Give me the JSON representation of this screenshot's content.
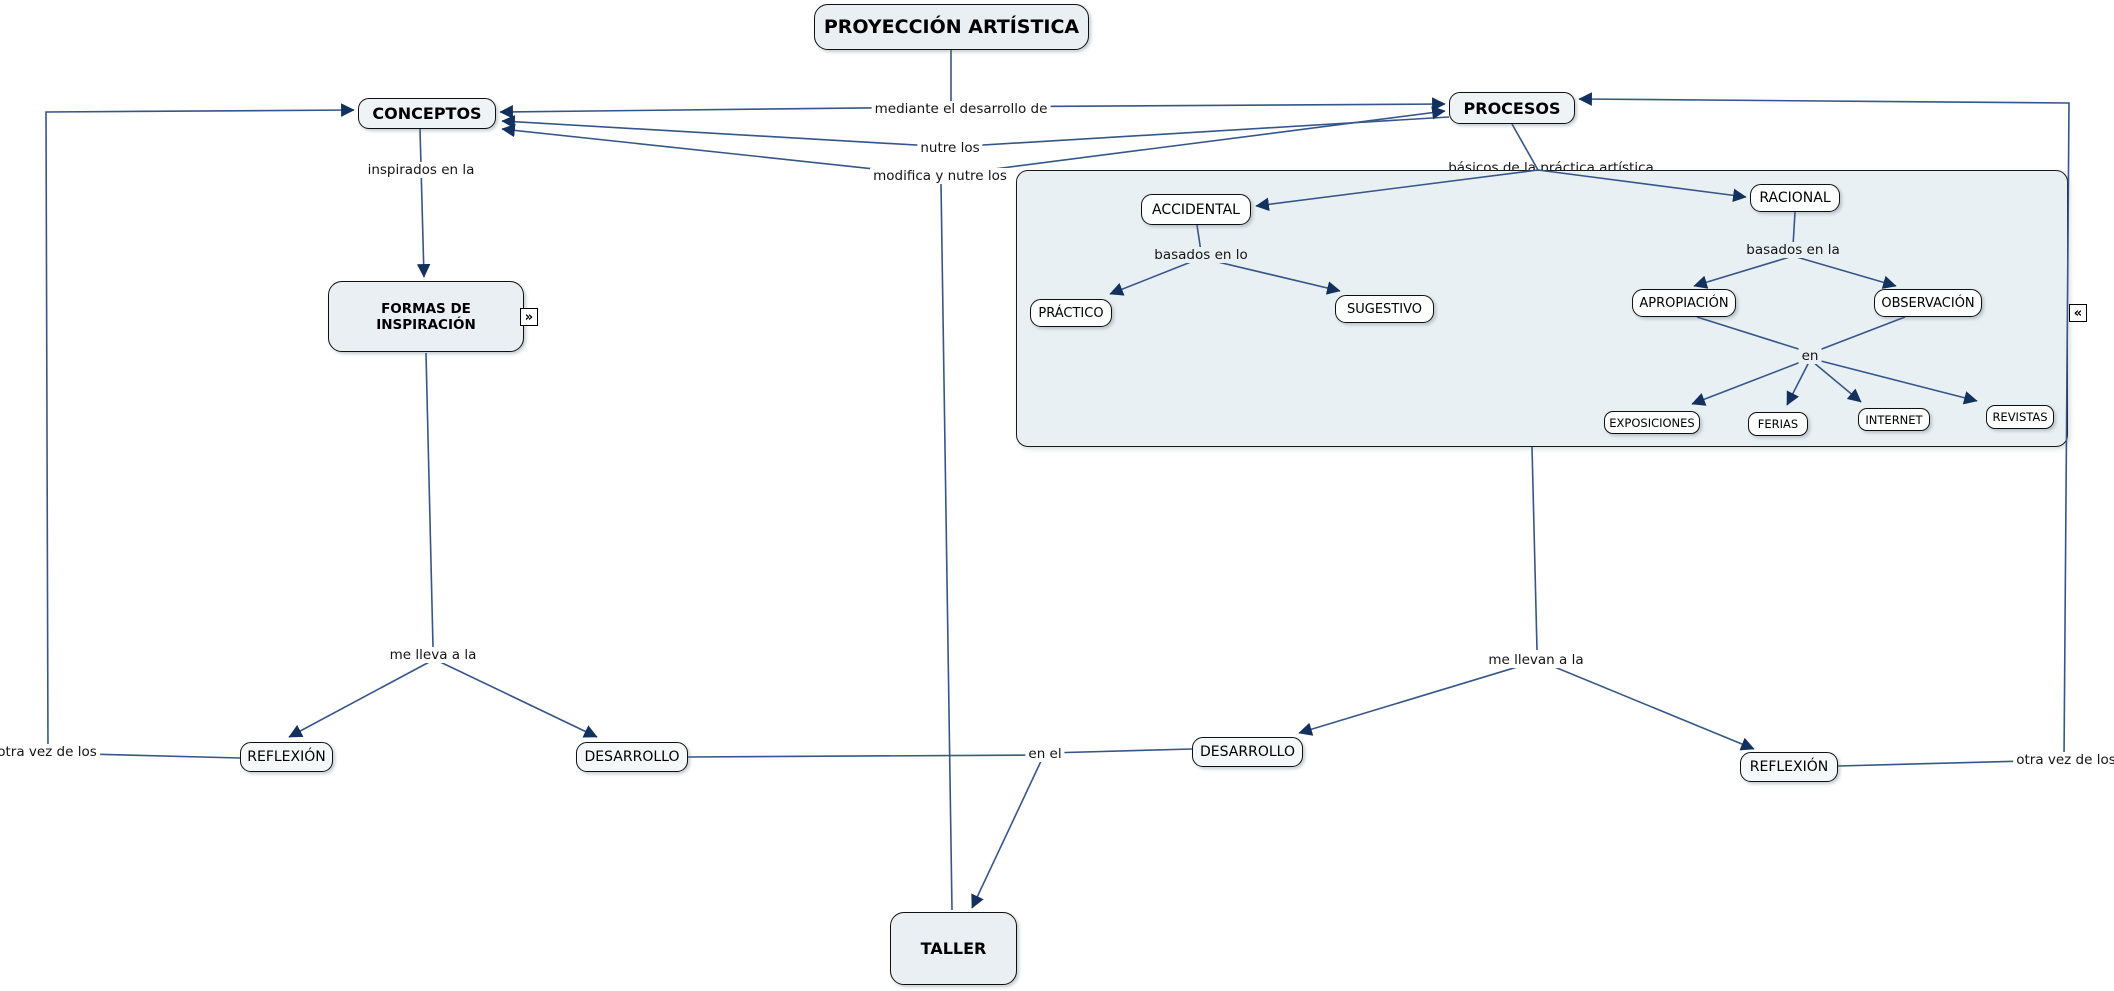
{
  "diagram": {
    "title": "PROYECCIÓN ARTÍSTICA",
    "nodes": {
      "conceptos": "CONCEPTOS",
      "procesos": "PROCESOS",
      "formas": "FORMAS DE INSPIRACIÓN",
      "accidental": "ACCIDENTAL",
      "racional": "RACIONAL",
      "practico": "PRÁCTICO",
      "sugestivo": "SUGESTIVO",
      "apropiacion": "APROPIACIÓN",
      "observacion": "OBSERVACIÓN",
      "exposiciones": "EXPOSICIONES",
      "ferias": "FERIAS",
      "internet": "INTERNET",
      "revistas": "REVISTAS",
      "reflexion_left": "REFLEXIÓN",
      "desarrollo_left": "DESARROLLO",
      "desarrollo_right": "DESARROLLO",
      "reflexion_right": "REFLEXIÓN",
      "taller": "TALLER"
    },
    "links": {
      "mediante": "mediante el desarrollo de",
      "nutre": "nutre los",
      "modifica": "modifica y nutre los",
      "inspirados": "inspirados en la",
      "basicos": "básicos de la práctica artística",
      "basados_lo": "basados en lo",
      "basados_la": "basados en la",
      "en": "en",
      "me_lleva": "me lleva a la",
      "me_llevan": "me llevan a la",
      "otra_vez_left": "otra vez de los",
      "otra_vez_right": "otra vez de los",
      "en_el": "en el"
    },
    "icons": {
      "expand_right": "»",
      "collapse_left": "«"
    },
    "colors": {
      "line": "#35568a",
      "arrow": "#12315e",
      "node_border": "#101010",
      "group_fill": "#e9f0f3",
      "node_fill": "#f4f8f9",
      "big_node_fill": "#e9eff2"
    }
  }
}
